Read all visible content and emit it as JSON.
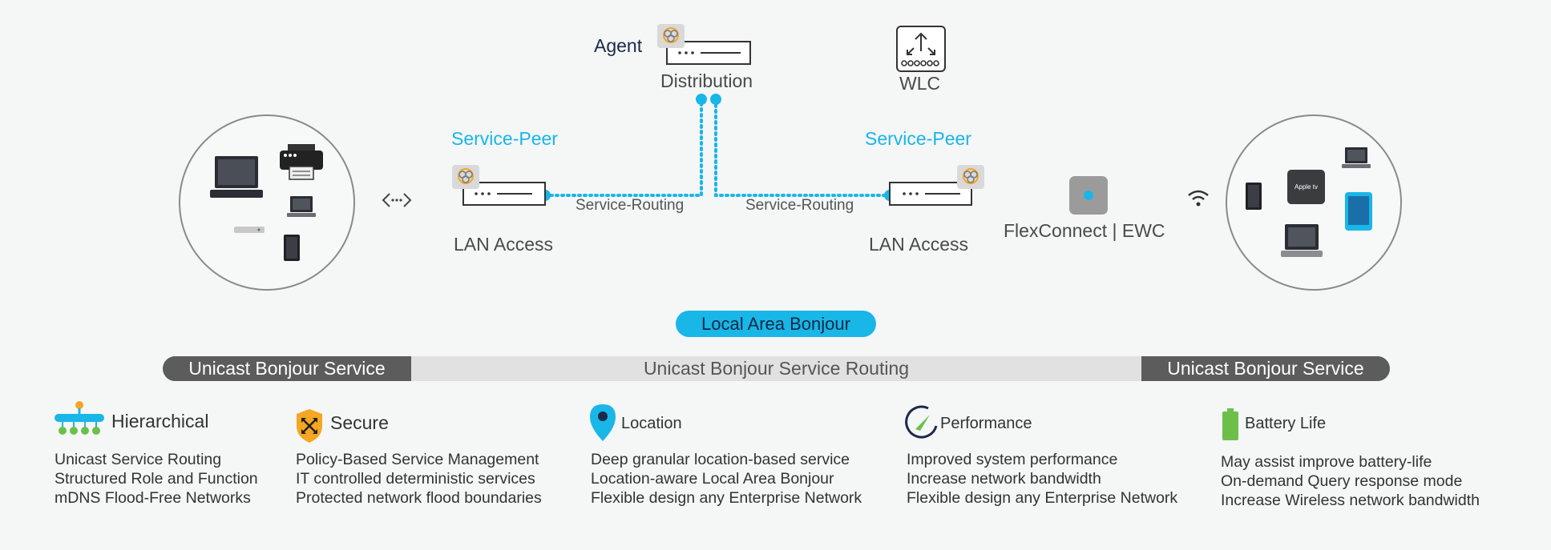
{
  "top": {
    "agent_label": "Agent",
    "distribution_label": "Distribution",
    "wlc_label": "WLC",
    "service_peer_left": "Service-Peer",
    "service_peer_right": "Service-Peer",
    "service_routing_left": "Service-Routing",
    "service_routing_right": "Service-Routing",
    "lan_access_left": "LAN Access",
    "lan_access_right": "LAN Access",
    "flexconnect_label": "FlexConnect | EWC",
    "apple_tv_label": "Apple tv"
  },
  "bands": {
    "local_area": "Local Area Bonjour",
    "unicast_left": "Unicast Bonjour Service",
    "routing": "Unicast Bonjour Service Routing",
    "unicast_right": "Unicast Bonjour Service"
  },
  "features": [
    {
      "title": "Hierarchical",
      "icon": "hierarchy-icon",
      "lines": [
        "Unicast Service Routing",
        "Structured Role and Function",
        "mDNS Flood-Free Networks"
      ]
    },
    {
      "title": "Secure",
      "icon": "shield-icon",
      "lines": [
        "Policy-Based Service Management",
        "IT controlled deterministic services",
        "Protected network flood boundaries"
      ]
    },
    {
      "title": "Location",
      "icon": "location-pin-icon",
      "lines": [
        "Deep granular location-based service",
        "Location-aware Local Area Bonjour",
        "Flexible design any Enterprise Network"
      ]
    },
    {
      "title": "Performance",
      "icon": "speedometer-icon",
      "lines": [
        "Improved system performance",
        "Increase network bandwidth",
        "Flexible design any Enterprise Network"
      ]
    },
    {
      "title": "Battery Life",
      "icon": "battery-icon",
      "lines": [
        "May assist improve battery-life",
        "On-demand Query response mode",
        "Increase Wireless network bandwidth"
      ]
    }
  ],
  "colors": {
    "accent": "#1ab5e6",
    "dark_band": "#5c5c5c",
    "light_band": "#e1e1e1",
    "battery": "#6cc04a",
    "shield": "#f5a623"
  }
}
